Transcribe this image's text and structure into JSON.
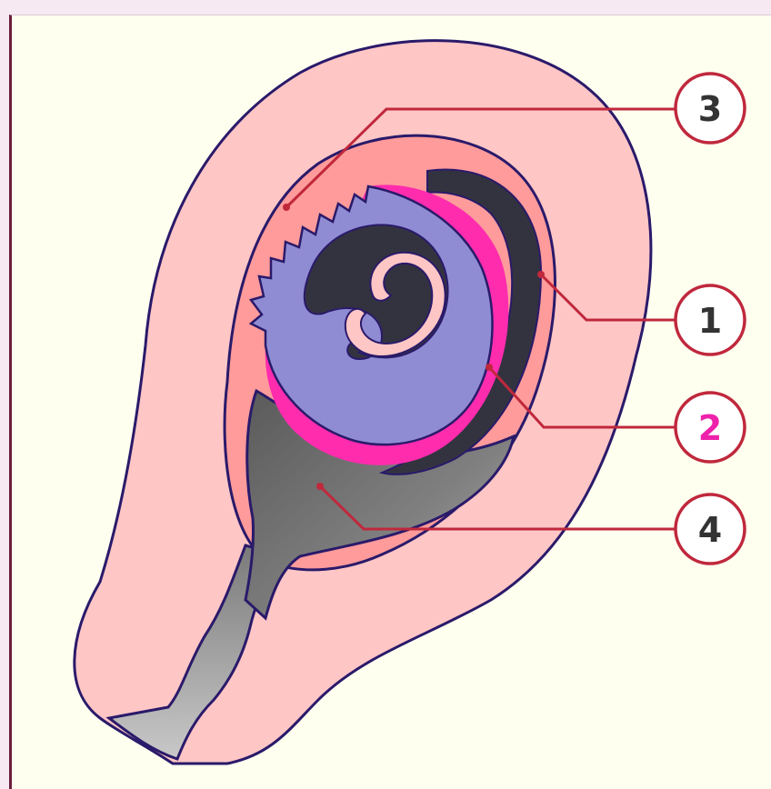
{
  "diagram": {
    "labels": [
      {
        "id": "1",
        "text": "1",
        "color": "#333333"
      },
      {
        "id": "2",
        "text": "2",
        "color": "#ee22aa"
      },
      {
        "id": "3",
        "text": "3",
        "color": "#333333"
      },
      {
        "id": "4",
        "text": "4",
        "color": "#333333"
      }
    ],
    "colors": {
      "uterus": "#ffc6c6",
      "outline": "#2a1a6a",
      "chorion": "#ff9b9b",
      "amnion": "#ff2cae",
      "embryo": "#8f8cd3",
      "coelom": "#333340",
      "yolk_sac": "#6a6a6a",
      "leader": "#c0283c"
    }
  }
}
